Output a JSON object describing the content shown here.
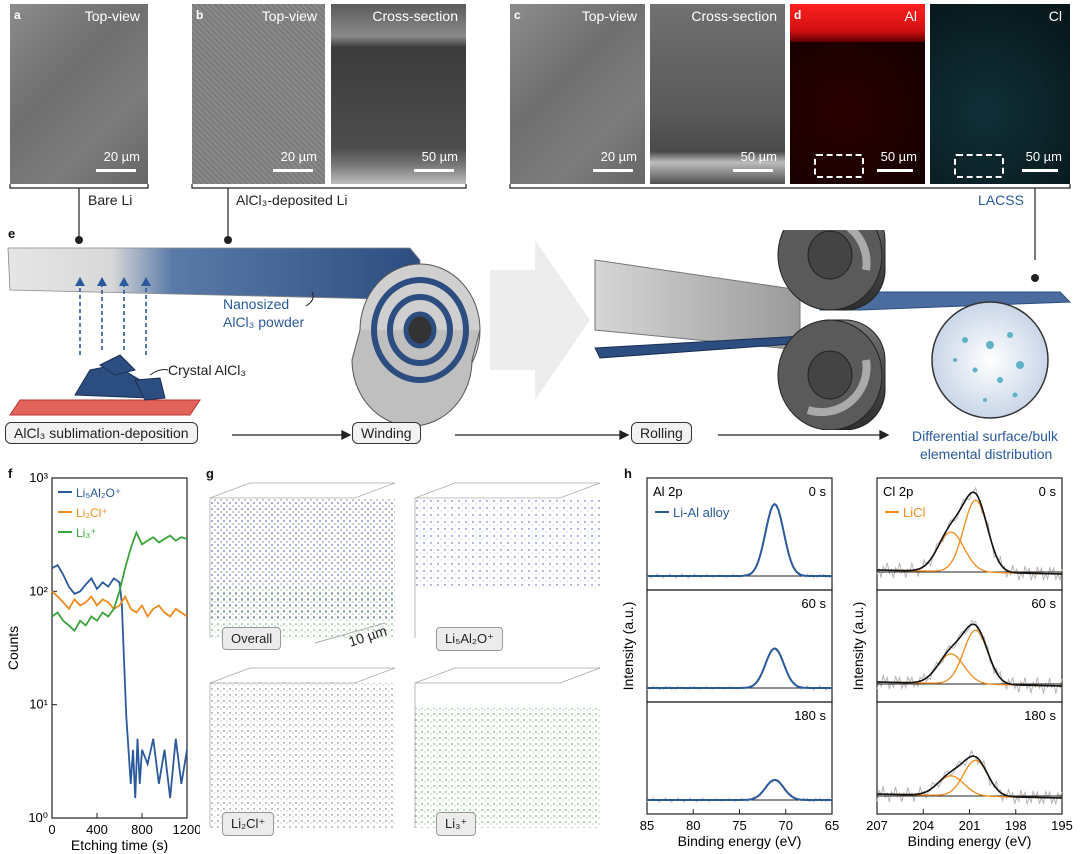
{
  "panels": {
    "a": {
      "letter": "a",
      "title": "Top-view",
      "scale": "20 µm"
    },
    "b": {
      "letter": "b",
      "title1": "Top-view",
      "scale1": "20 µm",
      "title2": "Cross-section",
      "scale2": "50 µm"
    },
    "c": {
      "letter": "c",
      "title1": "Top-view",
      "scale1": "20 µm",
      "title2": "Cross-section",
      "scale2": "50 µm"
    },
    "d": {
      "letter": "d",
      "al": "Al",
      "cl": "Cl",
      "scale_al": "50 µm",
      "scale_cl": "50 µm"
    },
    "e": {
      "letter": "e"
    },
    "f": {
      "letter": "f"
    },
    "g": {
      "letter": "g"
    },
    "h": {
      "letter": "h"
    }
  },
  "schematic": {
    "bare_li": "Bare Li",
    "alcl3_deposited_li": "AlCl₃-deposited Li",
    "lacss": "LACSS",
    "nanosized_1": "Nanosized",
    "nanosized_2": "AlCl₃ powder",
    "crystal": "Crystal AlCl₃",
    "steps": [
      "AlCl₃ sublimation-deposition",
      "Winding",
      "Rolling"
    ],
    "result_1": "Differential surface/bulk",
    "result_2": "elemental distribution"
  },
  "tof_sims": {
    "scale": "10 µm",
    "cubes": [
      "Overall",
      "Li₅Al₂O⁺",
      "Li₂Cl⁺",
      "Li₃⁺"
    ]
  },
  "colors": {
    "blue": "#2a5a9c",
    "orange": "#f08a1c",
    "green": "#3aa33a",
    "grey": "#b5b5b5"
  },
  "chart_data": [
    {
      "type": "line",
      "panel": "f",
      "xlabel": "Etching time (s)",
      "ylabel": "Counts",
      "yscale": "log",
      "xlim": [
        0,
        1200
      ],
      "ylim": [
        1,
        1000
      ],
      "xticks": [
        "0",
        "400",
        "800",
        "1200"
      ],
      "yticks": [
        "10⁰",
        "10¹",
        "10²",
        "10³"
      ],
      "legend_position": "top-left",
      "series": [
        {
          "name": "Li₅Al₂O⁺",
          "color": "#2a5a9c",
          "x": [
            0,
            50,
            100,
            150,
            200,
            250,
            300,
            350,
            400,
            450,
            500,
            550,
            600,
            620,
            640,
            660,
            680,
            700,
            720,
            740,
            760,
            780,
            800,
            850,
            900,
            950,
            1000,
            1050,
            1100,
            1150,
            1200
          ],
          "y": [
            160,
            170,
            140,
            110,
            95,
            100,
            115,
            130,
            105,
            120,
            110,
            130,
            120,
            80,
            25,
            8,
            4,
            2,
            4,
            1.5,
            5,
            2,
            4,
            3,
            5,
            2,
            4,
            1.5,
            5,
            2,
            4
          ]
        },
        {
          "name": "Li₂Cl⁺",
          "color": "#f08a1c",
          "x": [
            0,
            50,
            100,
            150,
            200,
            250,
            300,
            350,
            400,
            450,
            500,
            550,
            600,
            650,
            700,
            750,
            800,
            850,
            900,
            950,
            1000,
            1050,
            1100,
            1150,
            1200
          ],
          "y": [
            100,
            90,
            80,
            70,
            85,
            75,
            80,
            90,
            75,
            85,
            80,
            70,
            75,
            90,
            70,
            65,
            75,
            60,
            70,
            75,
            65,
            60,
            70,
            65,
            60
          ]
        },
        {
          "name": "Li₃⁺",
          "color": "#3aa33a",
          "x": [
            0,
            50,
            100,
            150,
            200,
            250,
            300,
            350,
            400,
            450,
            500,
            550,
            600,
            650,
            700,
            750,
            800,
            850,
            900,
            950,
            1000,
            1050,
            1100,
            1150,
            1200
          ],
          "y": [
            60,
            65,
            55,
            50,
            45,
            55,
            50,
            60,
            55,
            65,
            60,
            70,
            100,
            160,
            240,
            330,
            260,
            280,
            300,
            270,
            290,
            310,
            280,
            300,
            290
          ]
        }
      ]
    },
    {
      "type": "line",
      "panel": "h-left",
      "title": "Al 2p",
      "xlabel": "Binding energy (eV)",
      "ylabel": "Intensity (a.u.)",
      "xlim": [
        85,
        65
      ],
      "xticks": [
        "85",
        "80",
        "75",
        "70",
        "65"
      ],
      "legend": "Li-Al alloy",
      "subplots": [
        {
          "time": "0 s",
          "peak_center": 71.2,
          "relative_height": 1.0
        },
        {
          "time": "60 s",
          "peak_center": 71.2,
          "relative_height": 0.55
        },
        {
          "time": "180 s",
          "peak_center": 71.2,
          "relative_height": 0.28
        }
      ]
    },
    {
      "type": "line",
      "panel": "h-right",
      "title": "Cl 2p",
      "xlabel": "Binding energy (eV)",
      "ylabel": "Intensity (a.u.)",
      "xlim": [
        207,
        195
      ],
      "xticks": [
        "207",
        "204",
        "201",
        "198",
        "195"
      ],
      "legend": "LiCl",
      "subplots": [
        {
          "time": "0 s",
          "peak_centers": [
            202.2,
            200.6
          ],
          "relative_height": 1.0
        },
        {
          "time": "60 s",
          "peak_centers": [
            202.2,
            200.6
          ],
          "relative_height": 0.75
        },
        {
          "time": "180 s",
          "peak_centers": [
            202.2,
            200.6
          ],
          "relative_height": 0.5
        }
      ]
    }
  ]
}
